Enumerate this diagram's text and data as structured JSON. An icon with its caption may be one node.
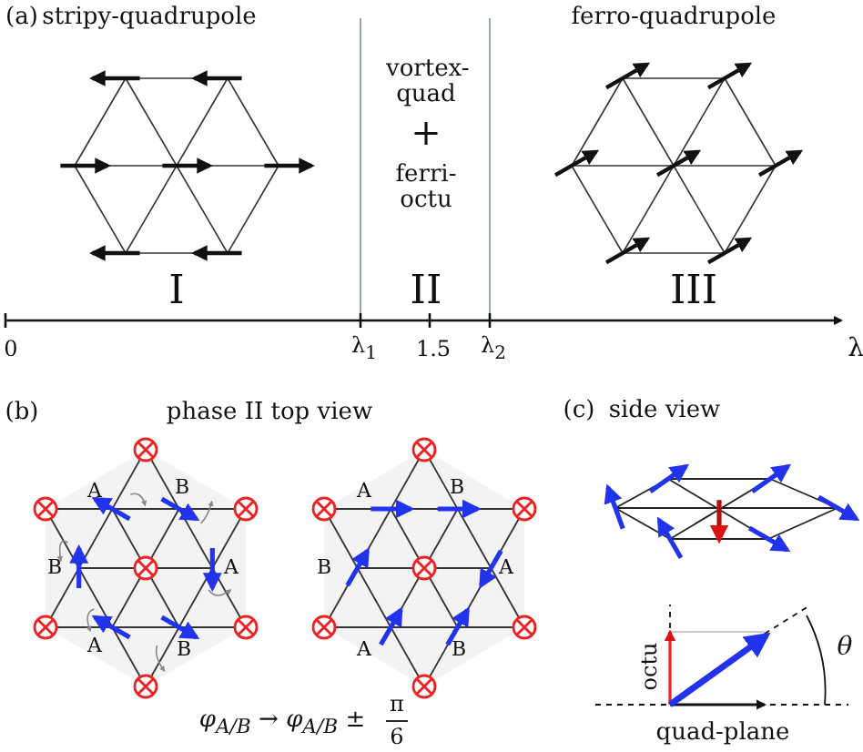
{
  "diagram": {
    "labels": [
      "(a)",
      "stripy-quadrupole",
      "ferro-quadrupole",
      "vortex-quad",
      "+",
      "ferri-octu",
      "I",
      "II",
      "III",
      "0",
      "λ$_{1}$",
      "1.5",
      "λ$_{2}$",
      "λ",
      "(b)",
      "phase II top view",
      "(c)",
      "side view",
      "A",
      "B",
      "B",
      "A",
      "A",
      "B",
      "A",
      "B",
      "B",
      "A",
      "A",
      "B",
      "octu",
      "θ",
      "φ$_{A/B}$ → φ$_{A/B}$ ±",
      "π",
      "6",
      "quad-plane"
    ]
  }
}
